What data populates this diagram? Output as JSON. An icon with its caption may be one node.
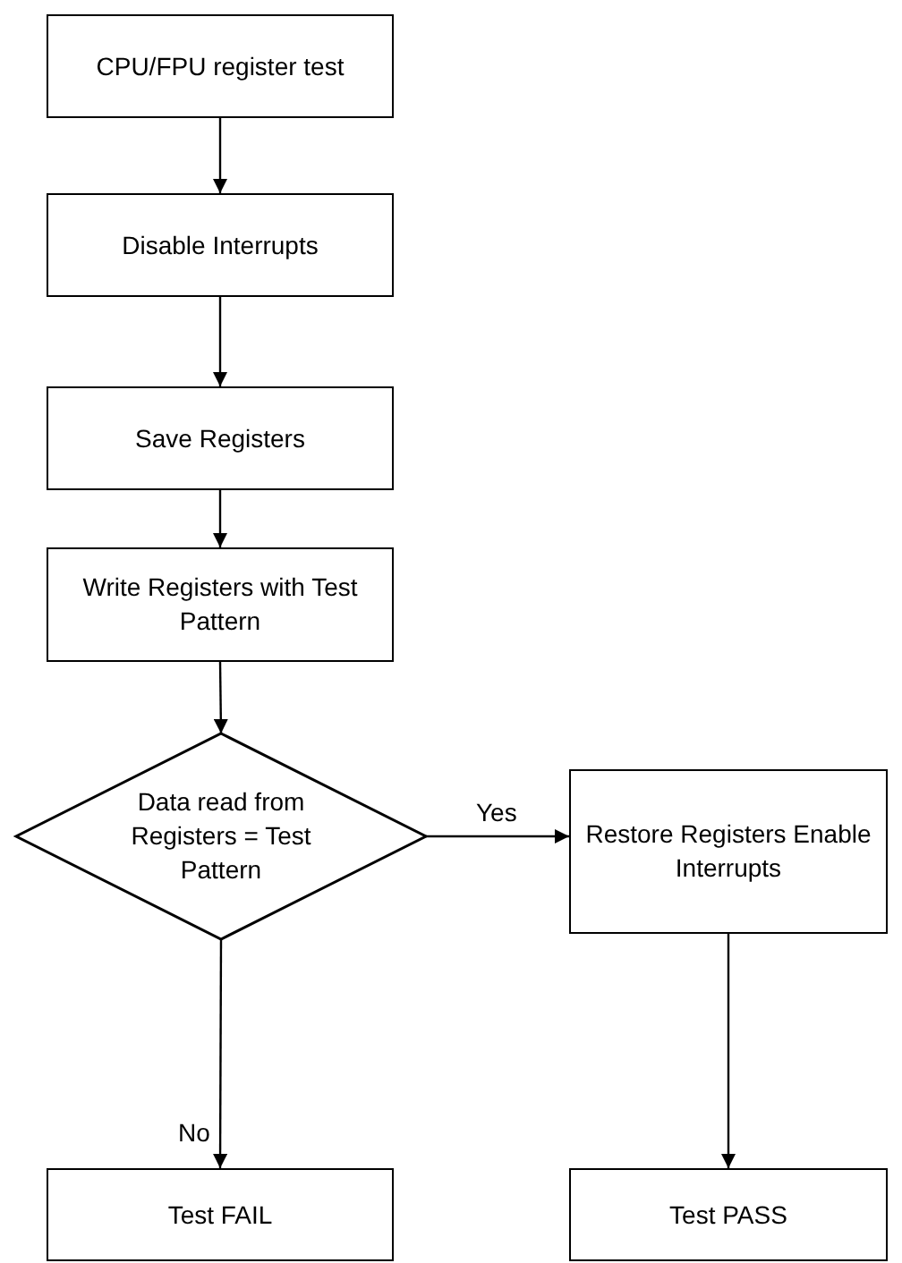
{
  "diagram": {
    "nodes": [
      {
        "text": [
          "CPU/FPU register test"
        ]
      },
      {
        "text": [
          "Disable Interrupts"
        ]
      },
      {
        "text": [
          "Save Registers"
        ]
      },
      {
        "text": [
          "Write Registers with Test Pattern"
        ]
      },
      {
        "text": [
          "Data read from Registers = Test Pattern"
        ]
      },
      {
        "text": [
          "Restore Registers Enable Interrupts"
        ]
      },
      {
        "text": [
          "Test FAIL"
        ]
      },
      {
        "text": [
          "Test PASS"
        ]
      }
    ],
    "edges": [
      {
        "from": 0,
        "to": 1,
        "arrow": "to"
      },
      {
        "from": 1,
        "to": 2,
        "arrow": "to"
      },
      {
        "from": 2,
        "to": 3,
        "arrow": "to"
      },
      {
        "from": 3,
        "to": 4,
        "arrow": "to"
      },
      {
        "from": 4,
        "to": 5,
        "arrow": "to",
        "label": "Yes"
      },
      {
        "from": 4,
        "to": 6,
        "arrow": "to",
        "label": "No"
      },
      {
        "from": 5,
        "to": 7,
        "arrow": "to"
      }
    ]
  }
}
